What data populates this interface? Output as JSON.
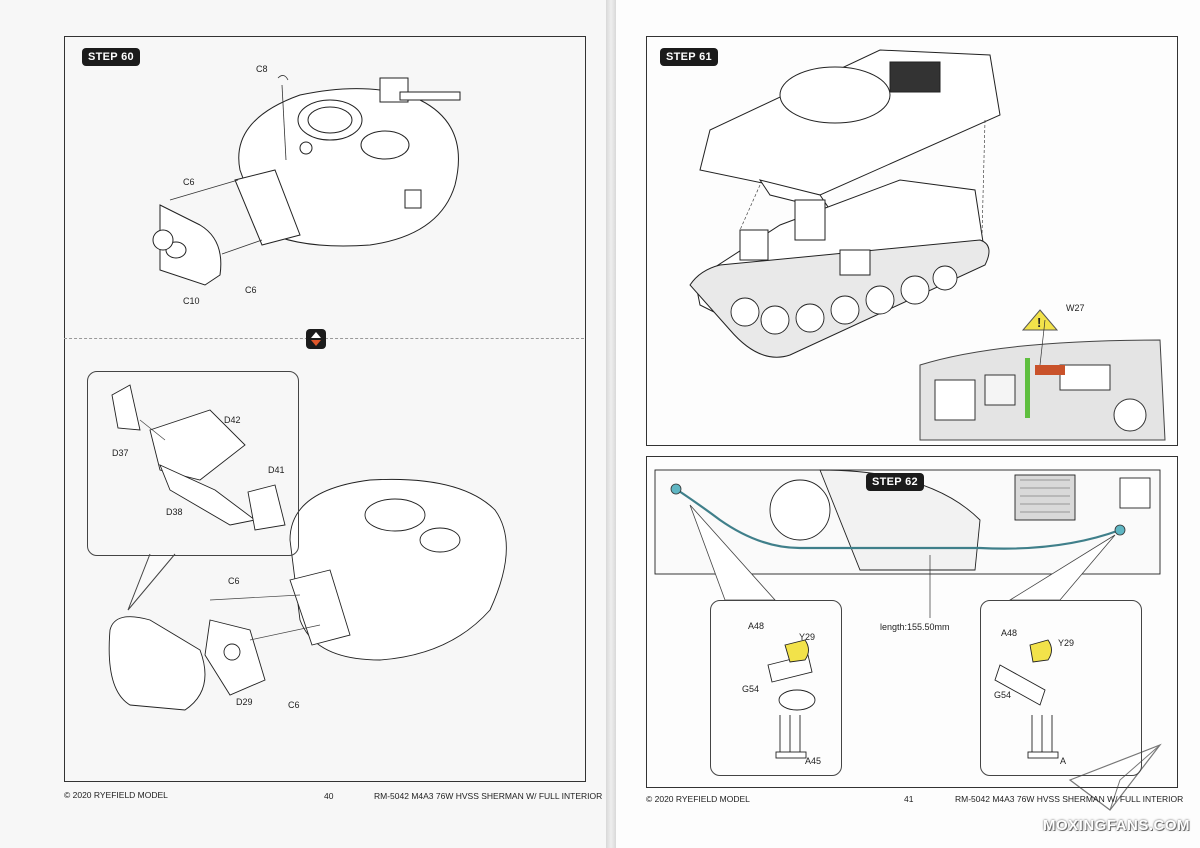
{
  "left_page": {
    "step_60": {
      "title": "STEP 60",
      "labels": [
        "C8",
        "C6",
        "C6",
        "C10"
      ]
    },
    "detail": {
      "labels": [
        "D42",
        "D37",
        "D41",
        "D38",
        "C6",
        "D29",
        "C6"
      ]
    },
    "footer": {
      "copyright": "© 2020 RYEFIELD MODEL",
      "page": "40",
      "product": "RM-5042  M4A3 76W HVSS SHERMAN W/ FULL INTERIOR"
    }
  },
  "right_page": {
    "step_61": {
      "title": "STEP 61",
      "labels": [
        "W27"
      ]
    },
    "step_62": {
      "title": "STEP 62",
      "length": "length:155.50mm",
      "labels_left": [
        "A48",
        "Y29",
        "G54",
        "A45"
      ],
      "labels_right": [
        "A48",
        "Y29",
        "G54"
      ],
      "right_partial": "A"
    },
    "footer": {
      "copyright": "© 2020 RYEFIELD MODEL",
      "page": "41",
      "product": "RM-5042  M4A3 76W HVSS SHERMAN W/ FULL INTERIOR"
    }
  },
  "watermark": "MOXINGFANS.COM",
  "colors": {
    "warning": "#f2e24a",
    "cable": "#3f7f8a",
    "exhaust_hot": "#c9522a",
    "part_green": "#5fbf3f"
  }
}
